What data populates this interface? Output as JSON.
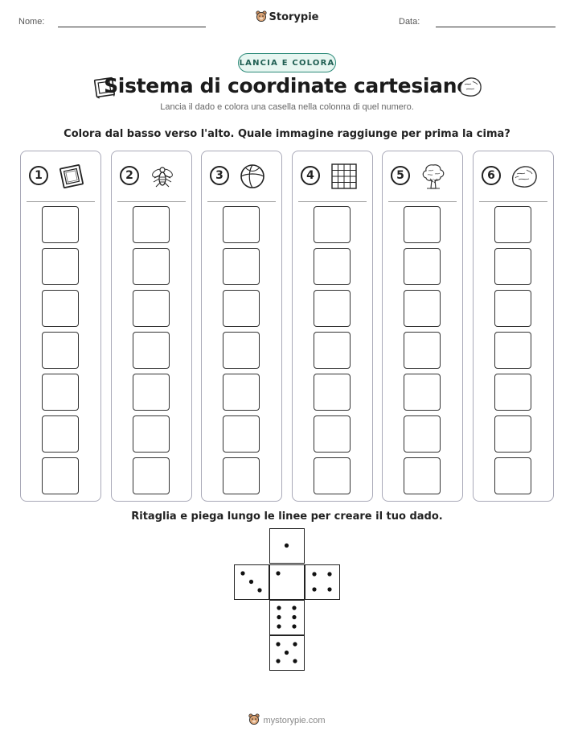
{
  "header": {
    "name_label": "Nome:",
    "brand": "Storypie",
    "date_label": "Data:"
  },
  "badge": "LANCIA E COLORA",
  "title": "Sistema di coordinate cartesiane",
  "subtitle": "Lancia il dado e colora una casella nella colonna di quel numero.",
  "instruction": "Colora dal basso verso l'alto. Quale immagine raggiunge per prima la cima?",
  "columns": [
    {
      "number": "1",
      "icon": "frame-icon"
    },
    {
      "number": "2",
      "icon": "fly-icon"
    },
    {
      "number": "3",
      "icon": "ball-icon"
    },
    {
      "number": "4",
      "icon": "grid-icon"
    },
    {
      "number": "5",
      "icon": "tree-icon"
    },
    {
      "number": "6",
      "icon": "rock-icon"
    }
  ],
  "boxes_per_column": 7,
  "cut_instruction": "Ritaglia e piega lungo le linee per creare il tuo dado.",
  "dice_faces": [
    {
      "name": "top",
      "pips": 1
    },
    {
      "name": "left",
      "pips": 3
    },
    {
      "name": "center",
      "pips": 1
    },
    {
      "name": "right",
      "pips": 4
    },
    {
      "name": "middle-bottom",
      "pips": 6
    },
    {
      "name": "bottom",
      "pips": 5
    }
  ],
  "footer": "mystorypie.com",
  "colors": {
    "badge_border": "#2b8a78",
    "badge_bg": "#e7f6f1",
    "column_border": "#a9a9b8"
  }
}
